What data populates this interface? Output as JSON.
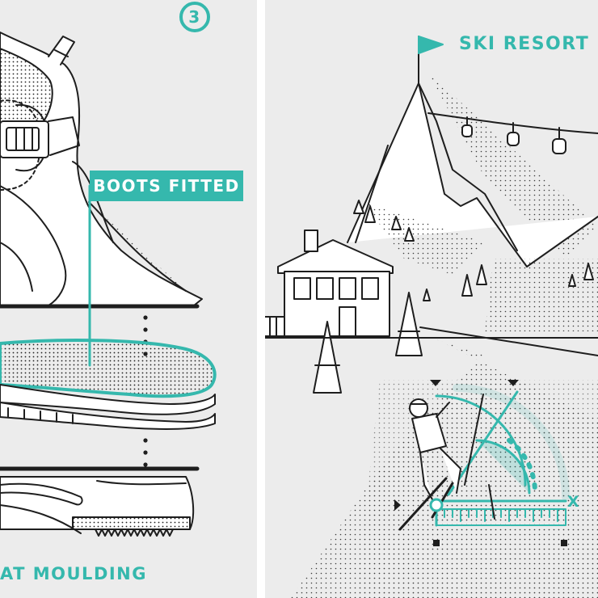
{
  "step": {
    "number": "3"
  },
  "left_panel": {
    "label_boots": "BOOTS FITTED",
    "label_moulding": "AT MOULDING"
  },
  "right_panel": {
    "title": "SKI RESORT",
    "axis_label": "X"
  },
  "colors": {
    "teal": "#35b8ad",
    "ink": "#1e1e1e",
    "paper": "#ececec",
    "white": "#ffffff"
  },
  "icons": [
    "flag-icon",
    "gondola-icon",
    "pine-tree-icon",
    "cabin-icon",
    "skier-icon",
    "ruler-icon"
  ]
}
